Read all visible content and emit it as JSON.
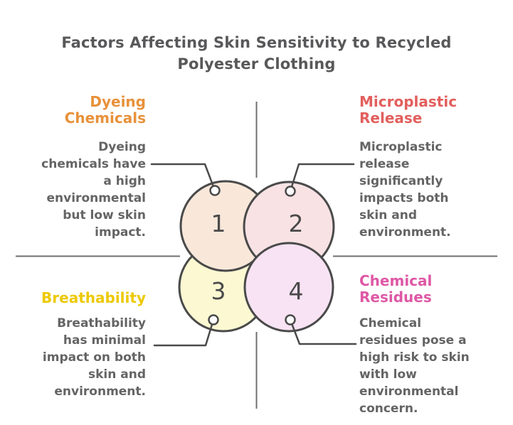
{
  "page": {
    "background": "#ffffff",
    "title": "Factors Affecting Skin Sensitivity to Recycled Polyester Clothing",
    "title_color": "#58585a"
  },
  "diagram": {
    "circle_stroke": "#4a4a4a",
    "axis_color": "#6f6f6f",
    "connector_color": "#4a4a4a",
    "number_color": "#4a4a4a",
    "body_text_color": "#646464",
    "quadrants": [
      {
        "number": "1",
        "heading": "Dyeing Chemicals",
        "heading_color": "#e8913a",
        "circle_fill": "#f9e8da",
        "description": "Dyeing chemicals have a high environmental but low skin impact."
      },
      {
        "number": "2",
        "heading": "Microplastic Release",
        "heading_color": "#e25f5c",
        "circle_fill": "#f8e2e4",
        "description": "Microplastic release significantly impacts both skin and environment."
      },
      {
        "number": "3",
        "heading": "Breathability",
        "heading_color": "#edc900",
        "circle_fill": "#fbf8d2",
        "description": "Breathability has minimal impact on both skin and environment."
      },
      {
        "number": "4",
        "heading": "Chemical Residues",
        "heading_color": "#de58a5",
        "circle_fill": "#f7e3f3",
        "description": "Chemical residues pose a high risk to skin with low environmental concern."
      }
    ]
  }
}
